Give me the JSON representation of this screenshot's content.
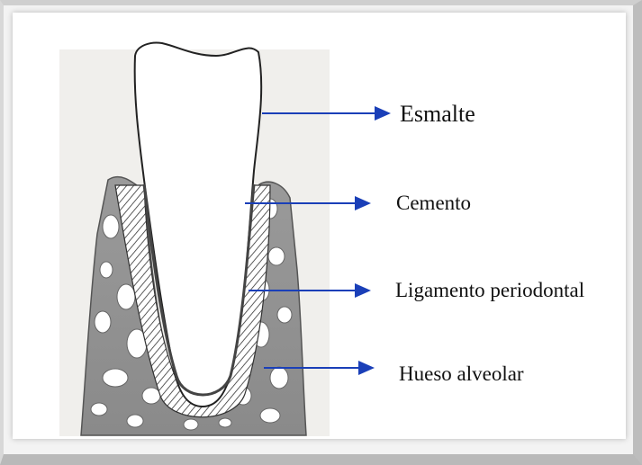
{
  "diagram": {
    "labels": {
      "esmalte": "Esmalte",
      "cemento": "Cemento",
      "ligamento": "Ligamento periodontal",
      "hueso": "Hueso alveolar"
    },
    "colors": {
      "arrow": "#1a3fb8",
      "bone": "#8c8c8c",
      "outline": "#2a2a2a",
      "background_paper": "#ececea"
    }
  }
}
